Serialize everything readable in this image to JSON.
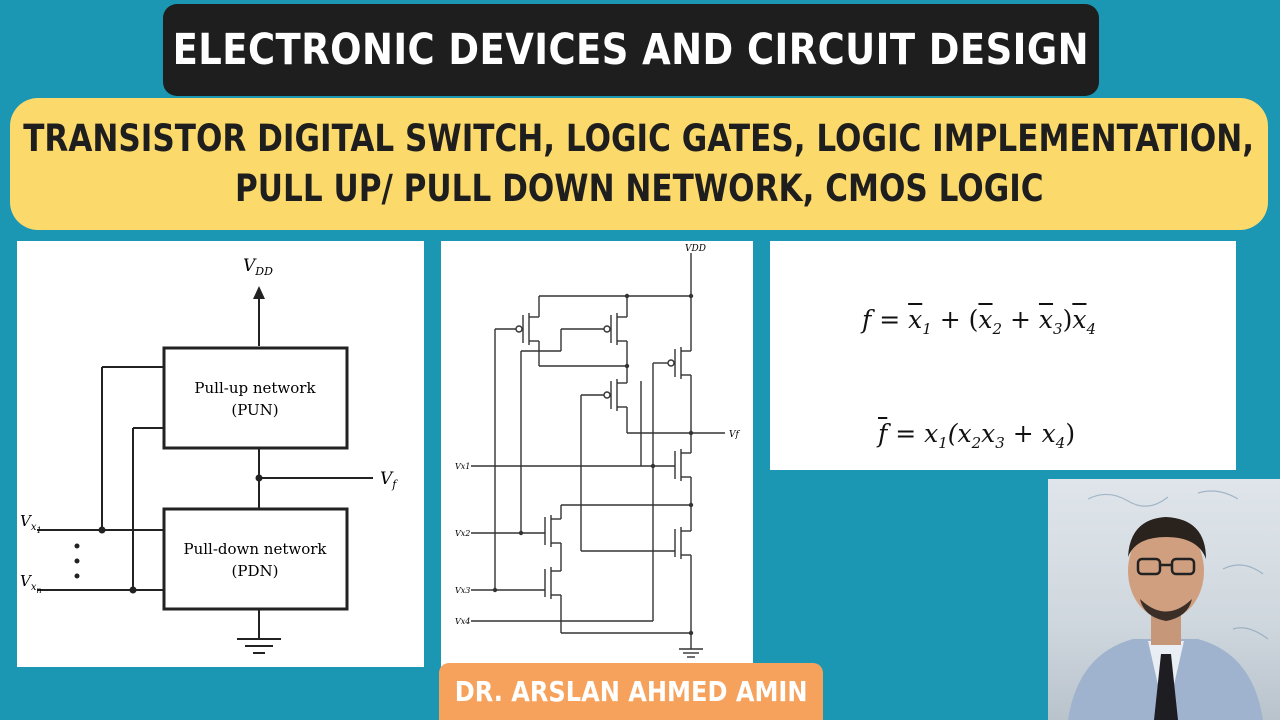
{
  "header": {
    "title": "ELECTRONIC DEVICES AND CIRCUIT DESIGN",
    "subtitle_line1": "TRANSISTOR DIGITAL SWITCH, LOGIC GATES, LOGIC IMPLEMENTATION,",
    "subtitle_line2": "PULL UP/ PULL DOWN NETWORK, CMOS LOGIC"
  },
  "block_diagram": {
    "vdd_label": "V",
    "vdd_sub": "DD",
    "pun_line1": "Pull-up network",
    "pun_line2": "(PUN)",
    "pdn_line1": "Pull-down network",
    "pdn_line2": "(PDN)",
    "vf_label": "V",
    "vf_sub": "f",
    "vx1_label": "V",
    "vx1_sub": "x",
    "vx1_subsub": "1",
    "vxn_label": "V",
    "vxn_sub": "x",
    "vxn_subsub": "n"
  },
  "cmos_circuit": {
    "vdd": "VDD",
    "vf": "Vf",
    "inputs": [
      "Vx1",
      "Vx2",
      "Vx3",
      "Vx4"
    ]
  },
  "equations": {
    "eq1_f": "f",
    "eq1_eq": "=",
    "eq1_x1": "x",
    "eq1_s1": "1",
    "eq1_plus1": "+",
    "eq1_open": "(",
    "eq1_x2": "x",
    "eq1_s2": "2",
    "eq1_plus2": "+",
    "eq1_x3": "x",
    "eq1_s3": "3",
    "eq1_close": ")",
    "eq1_x4": "x",
    "eq1_s4": "4",
    "eq2_f": "f",
    "eq2_rest": "= x",
    "eq2_s1": "1",
    "eq2_open": "(x",
    "eq2_s2": "2",
    "eq2_x3": "x",
    "eq2_s3": "3",
    "eq2_plus": " + x",
    "eq2_s4": "4",
    "eq2_close": ")"
  },
  "author": {
    "name": "DR. ARSLAN AHMED AMIN"
  },
  "colors": {
    "background": "#1b97b3",
    "title_bg": "#1e1e1e",
    "subtitle_bg": "#fbd96a",
    "badge_bg": "#f6a25c"
  }
}
